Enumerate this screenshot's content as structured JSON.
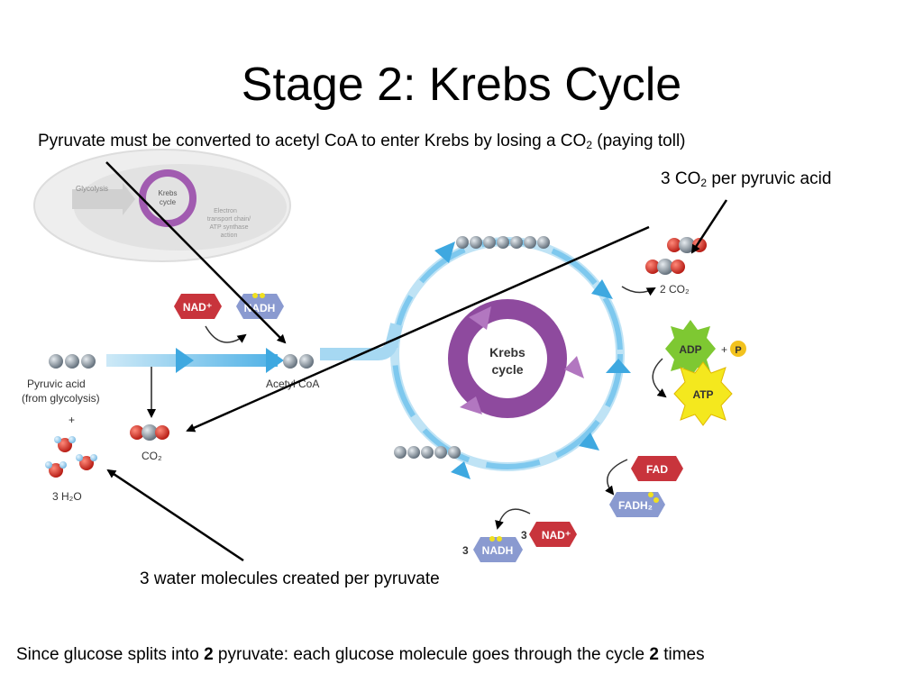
{
  "title": "Stage 2:  Krebs Cycle",
  "annotations": {
    "top_a": "Pyruvate must be converted to acetyl CoA to enter Krebs by losing a CO",
    "top_sub": "2",
    "top_b": " (paying toll)",
    "co2_a": "3 CO",
    "co2_sub": "2",
    "co2_b": " per pyruvic acid",
    "water": "3 water molecules created per pyruvate",
    "bottom_a": "Since glucose splits into ",
    "bottom_b1": "2",
    "bottom_c": " pyruvate:  each glucose molecule goes through the cycle ",
    "bottom_b2": "2",
    "bottom_d": " times"
  },
  "inset": {
    "glycolysis": "Glycolysis",
    "krebs_1": "Krebs",
    "krebs_2": "cycle",
    "etc_1": "Electron",
    "etc_2": "transport chain/",
    "etc_3": "ATP synthase",
    "etc_4": "action"
  },
  "figure": {
    "pyruvic_1": "Pyruvic acid",
    "pyruvic_2": "(from glycolysis)",
    "plus": "+",
    "nad_plus": "NAD⁺",
    "nadh": "NADH",
    "acetyl_coa": "Acetyl CoA",
    "co2": "CO₂",
    "h2o": "3 H₂O",
    "krebs_1": "Krebs",
    "krebs_2": "cycle",
    "two_co2": "2 CO₂",
    "adp": "ADP",
    "plus2": "+",
    "p": "P",
    "atp": "ATP",
    "fad": "FAD",
    "fadh2": "FADH₂",
    "three_a": "3",
    "nad_plus2": "NAD⁺",
    "three_b": "3",
    "nadh2": "NADH"
  },
  "colors": {
    "cycle_arrow": "#7ec8ee",
    "krebs_purple": "#8e4a9e",
    "nad_red": "#c8343c",
    "nadh_blue": "#8a9ad0",
    "adp_green": "#7ec832",
    "atp_yellow": "#f4e81e",
    "carbon_gray": "#7d8a96",
    "oxygen_red": "#d4302a"
  }
}
